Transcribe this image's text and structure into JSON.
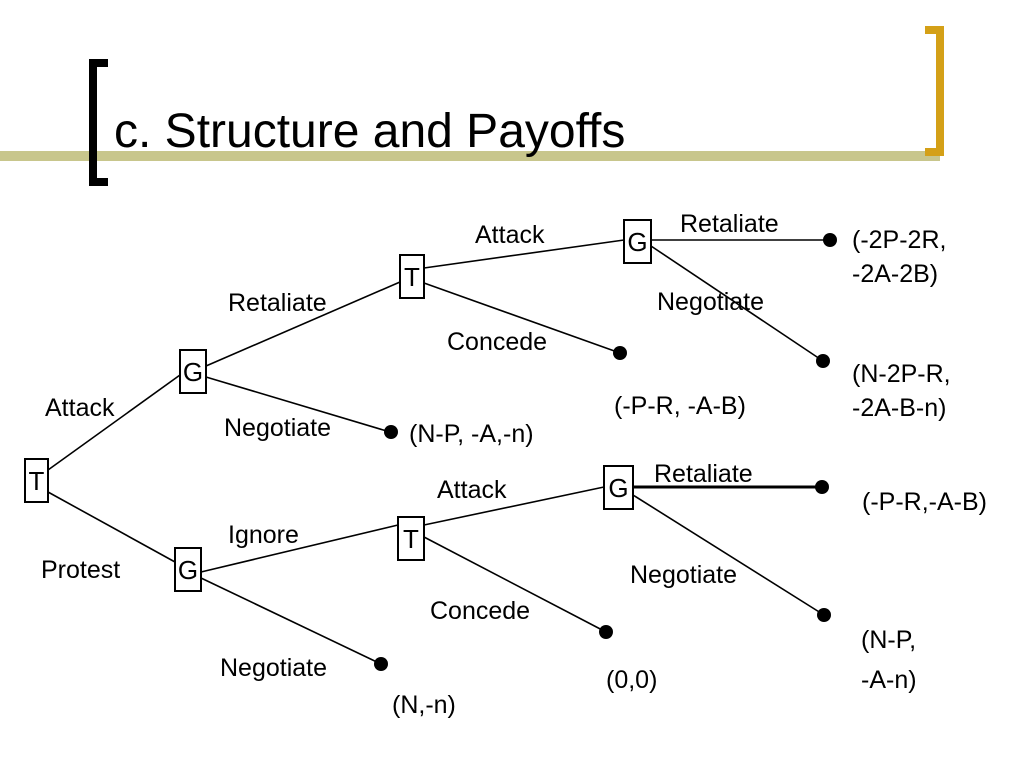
{
  "slide": {
    "title": "c. Structure and Payoffs",
    "accent_color": "#C8C68C",
    "bracket_left_color": "#000000",
    "bracket_right_color": "#D4A017"
  },
  "tree": {
    "nodes": {
      "root": "T",
      "g_top": "G",
      "t_top": "T",
      "g_top2": "G",
      "g_bot": "G",
      "t_bot": "T",
      "g_bot2": "G"
    },
    "edges": {
      "root_to_g_top": "Attack",
      "root_to_g_bot": "Protest",
      "g_top_to_t_top": "Retaliate",
      "g_top_negotiate": "Negotiate",
      "t_top_to_g_top2": "Attack",
      "t_top_concede": "Concede",
      "g_top2_retaliate": "Retaliate",
      "g_top2_negotiate": "Negotiate",
      "g_bot_to_t_bot": "Ignore",
      "g_bot_negotiate": "Negotiate",
      "t_bot_to_g_bot2": "Attack",
      "t_bot_concede": "Concede",
      "g_bot2_retaliate": "Retaliate",
      "g_bot2_negotiate": "Negotiate"
    },
    "payoffs": {
      "top_retaliate": [
        "(-2P-2R,",
        "-2A-2B)"
      ],
      "top_negotiate": [
        "(N-2P-R,",
        "-2A-B-n)"
      ],
      "top_concede": [
        "(-P-R, -A-B)"
      ],
      "g_top_negotiate": [
        "(N-P, -A,-n)"
      ],
      "bot_retaliate": [
        "(-P-R,-A-B)"
      ],
      "bot_negotiate": [
        "(N-P,",
        "-A-n)"
      ],
      "bot_concede": [
        "(0,0)"
      ],
      "g_bot_negotiate": [
        "(N,-n)"
      ]
    }
  }
}
